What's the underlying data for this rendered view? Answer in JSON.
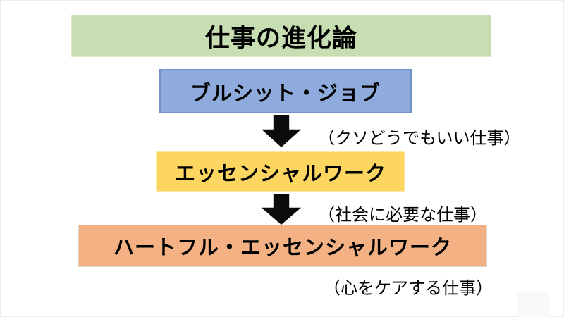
{
  "diagram": {
    "title": "仕事の進化論",
    "stages": [
      {
        "label": "ブルシット・ジョブ",
        "annotation": "（クソどうでもいい仕事）",
        "fill": "#8faadc",
        "border": "#7191cb"
      },
      {
        "label": "エッセンシャルワーク",
        "annotation": "（社会に必要な仕事）",
        "fill": "#fdd662",
        "border": "#fce9a5"
      },
      {
        "label": "ハートフル・エッセンシャルワーク",
        "annotation": "（心をケアする仕事）",
        "fill": "#f4b183",
        "border": "#d6d6cd"
      }
    ],
    "colors": {
      "title_fill": "#c6deb2",
      "arrow": "#0b0b0b",
      "text": "#000000",
      "background": "#ffffff"
    }
  }
}
